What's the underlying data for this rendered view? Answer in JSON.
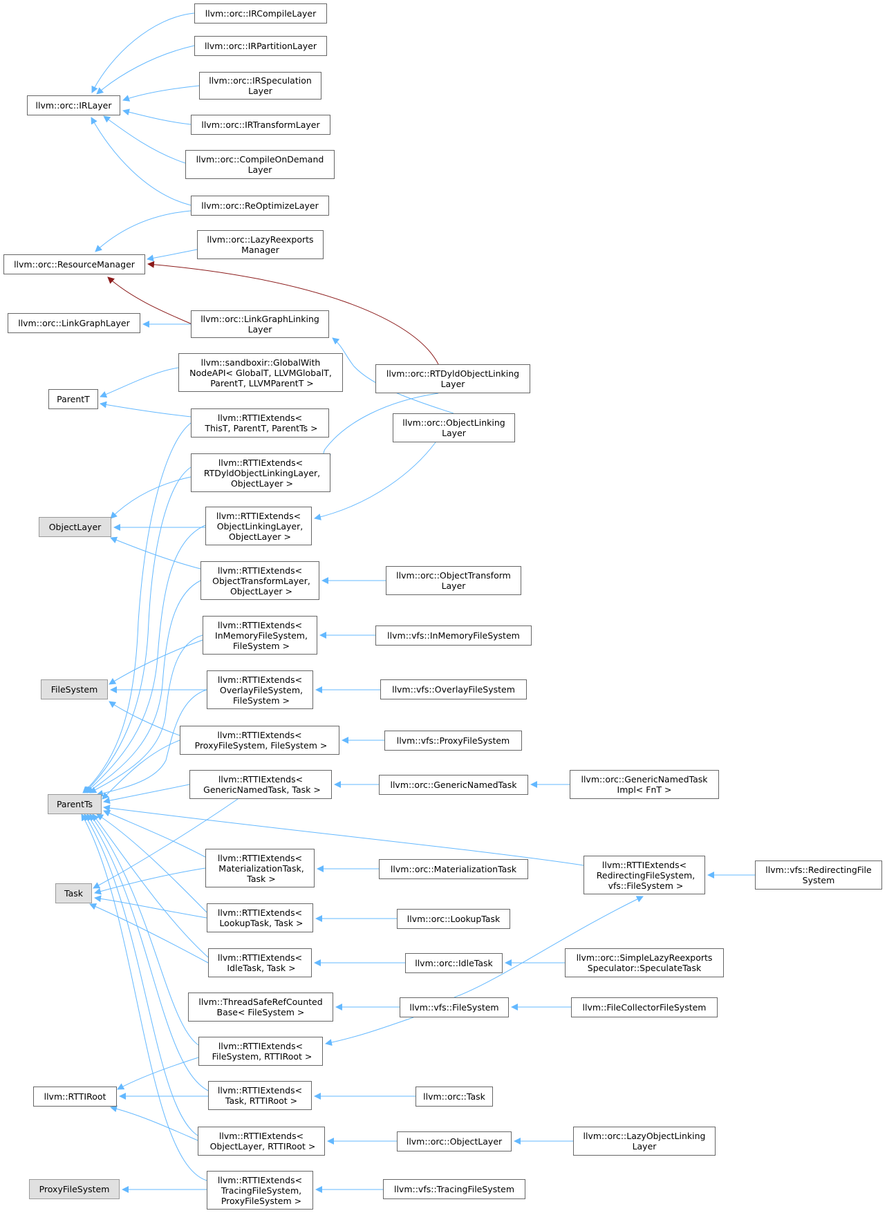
{
  "colors": {
    "edge": "#63b8ff",
    "edge_private": "#8b1a1a",
    "node_border": "#666666",
    "node_gray_fill": "#e0e0e0"
  },
  "nodes": {
    "irlayer": "llvm::orc::IRLayer",
    "ircompile": "llvm::orc::IRCompileLayer",
    "irpartition": "llvm::orc::IRPartitionLayer",
    "irspeculation": "llvm::orc::IRSpeculation\nLayer",
    "irtransform": "llvm::orc::IRTransformLayer",
    "compileondemand": "llvm::orc::CompileOnDemand\nLayer",
    "reoptimize": "llvm::orc::ReOptimizeLayer",
    "resourcemanager": "llvm::orc::ResourceManager",
    "lazyreexports": "llvm::orc::LazyReexports\nManager",
    "linkgraphlayer": "llvm::orc::LinkGraphLayer",
    "linkgraphlinking": "llvm::orc::LinkGraphLinking\nLayer",
    "sandboxir": "llvm::sandboxir::GlobalWith\nNodeAPI< GlobalT, LLVMGlobalT,\n ParentT, LLVMParentT >",
    "parentt": "ParentT",
    "rtdyldlinking": "llvm::orc::RTDyldObjectLinking\nLayer",
    "rtti_thist": "llvm::RTTIExtends<\n ThisT, ParentT, ParentTs >",
    "objectlinking": "llvm::orc::ObjectLinking\nLayer",
    "rtti_rtdyld": "llvm::RTTIExtends<\n RTDyldObjectLinkingLayer,\n ObjectLayer >",
    "objectlayer_ext": "ObjectLayer",
    "rtti_objlinking": "llvm::RTTIExtends<\n ObjectLinkingLayer,\n ObjectLayer >",
    "rtti_objtransform": "llvm::RTTIExtends<\n ObjectTransformLayer,\n ObjectLayer >",
    "objecttransform": "llvm::orc::ObjectTransform\nLayer",
    "rtti_inmemory": "llvm::RTTIExtends<\n InMemoryFileSystem,\n FileSystem >",
    "inmemoryfs": "llvm::vfs::InMemoryFileSystem",
    "filesystem_ext": "FileSystem",
    "rtti_overlay": "llvm::RTTIExtends<\n OverlayFileSystem,\n FileSystem >",
    "overlayfs": "llvm::vfs::OverlayFileSystem",
    "rtti_proxy": "llvm::RTTIExtends<\n ProxyFileSystem, FileSystem >",
    "proxyfs": "llvm::vfs::ProxyFileSystem",
    "parentts": "ParentTs",
    "rtti_genericnamed": "llvm::RTTIExtends<\n GenericNamedTask, Task >",
    "genericnamedtask": "llvm::orc::GenericNamedTask",
    "genericnamedimpl": "llvm::orc::GenericNamedTask\nImpl< FnT >",
    "rtti_materialization": "llvm::RTTIExtends<\n MaterializationTask,\n Task >",
    "materializationtask": "llvm::orc::MaterializationTask",
    "rtti_redirecting": "llvm::RTTIExtends<\n RedirectingFileSystem,\n vfs::FileSystem >",
    "redirectingfs": "llvm::vfs::RedirectingFile\nSystem",
    "task_ext": "Task",
    "rtti_lookup": "llvm::RTTIExtends<\n LookupTask, Task >",
    "lookuptask": "llvm::orc::LookupTask",
    "rtti_idle": "llvm::RTTIExtends<\n IdleTask, Task >",
    "idletask": "llvm::orc::IdleTask",
    "speculatetask": "llvm::orc::SimpleLazyReexports\nSpeculator::SpeculateTask",
    "threadsaferef": "llvm::ThreadSafeRefCounted\nBase< FileSystem >",
    "vfsfilesystem": "llvm::vfs::FileSystem",
    "filecollector": "llvm::FileCollectorFileSystem",
    "rtti_filesystem": "llvm::RTTIExtends<\n FileSystem, RTTIRoot >",
    "rttiroot": "llvm::RTTIRoot",
    "rtti_task": "llvm::RTTIExtends<\n Task, RTTIRoot >",
    "orctask": "llvm::orc::Task",
    "rtti_objectlayer": "llvm::RTTIExtends<\n ObjectLayer, RTTIRoot >",
    "orcobjectlayer": "llvm::orc::ObjectLayer",
    "lazyobjectlinking": "llvm::orc::LazyObjectLinking\nLayer",
    "proxyfs_ext": "ProxyFileSystem",
    "rtti_tracing": "llvm::RTTIExtends<\n TracingFileSystem,\n ProxyFileSystem >",
    "tracingfs": "llvm::vfs::TracingFileSystem"
  }
}
